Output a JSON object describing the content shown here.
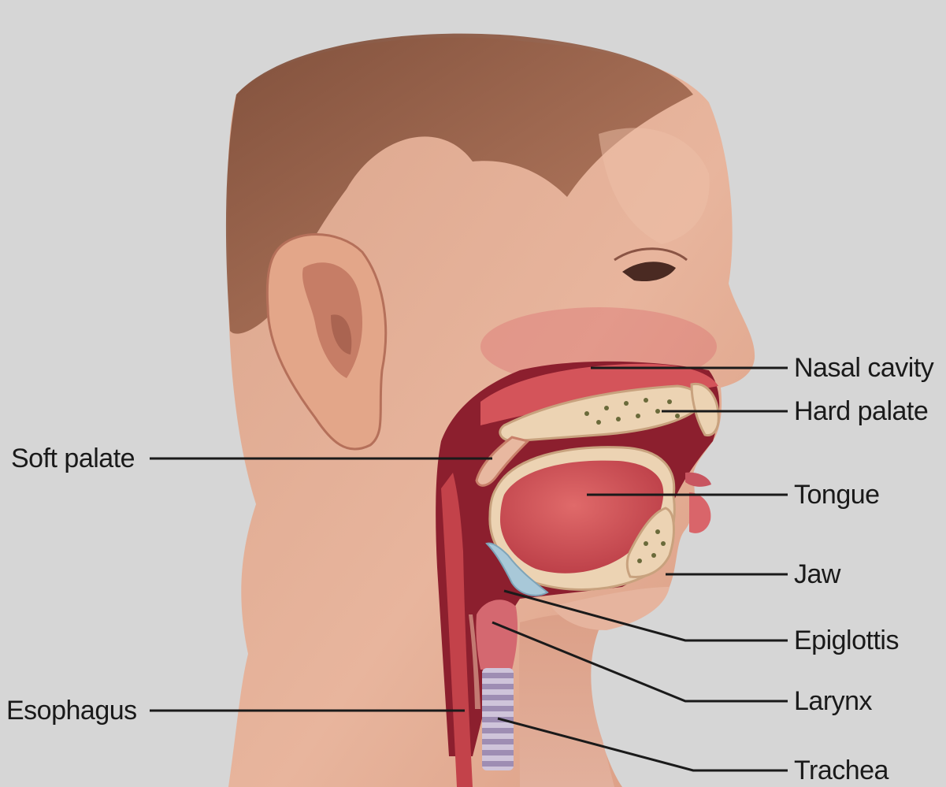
{
  "labels": {
    "nasal_cavity": "Nasal cavity",
    "hard_palate": "Hard palate",
    "soft_palate": "Soft palate",
    "tongue": "Tongue",
    "jaw": "Jaw",
    "epiglottis": "Epiglottis",
    "larynx": "Larynx",
    "esophagus": "Esophagus",
    "trachea": "Trachea"
  },
  "colors": {
    "background": "#d6d6d6",
    "skin": "#e2a68c",
    "hair": "#8a5a44",
    "tissue": "#c3424a",
    "tissue_dark": "#8c1f2e",
    "bone": "#ecd3b3",
    "trachea": "#b7a8c4",
    "leader": "#1a1a1a"
  }
}
